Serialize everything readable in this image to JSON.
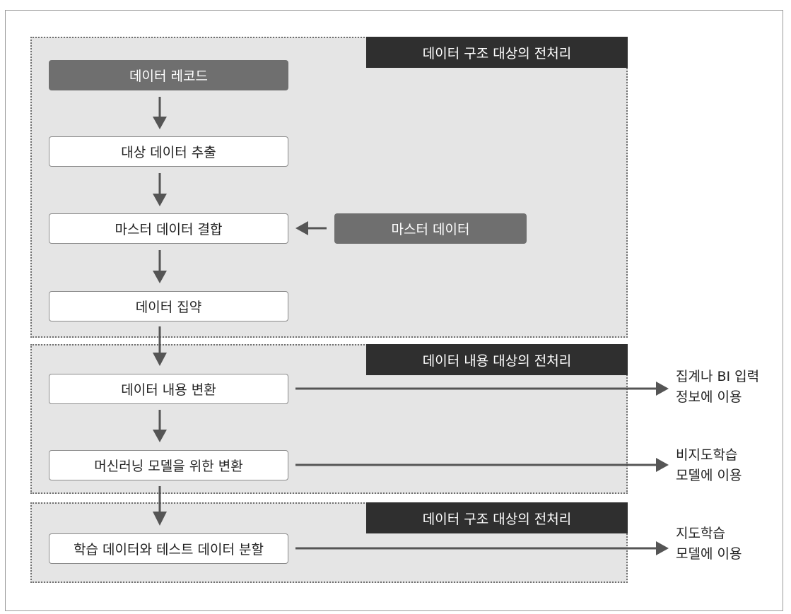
{
  "sections": {
    "s1_label": "데이터 구조 대상의 전처리",
    "s2_label": "데이터 내용 대상의 전처리",
    "s3_label": "데이터 구조 대상의 전처리"
  },
  "steps": {
    "data_record": "데이터 레코드",
    "extract": "대상 데이터 추출",
    "master_join": "마스터 데이터 결합",
    "aggregate": "데이터 집약",
    "content_transform": "데이터 내용 변환",
    "ml_transform": "머신러닝 모델을 위한 변환",
    "split": "학습 데이터와 테스트 데이터 분할"
  },
  "master_data": "마스터 데이터",
  "outputs": {
    "o1_line1": "집계나 BI 입력",
    "o1_line2": "정보에 이용",
    "o2_line1": "비지도학습",
    "o2_line2": "모델에 이용",
    "o3_line1": "지도학습",
    "o3_line2": "모델에 이용"
  },
  "colors": {
    "section_bg": "#e5e5e5",
    "label_bg": "#2f2f2f",
    "dark_box": "#6f6f6f",
    "arrow": "#555555"
  }
}
